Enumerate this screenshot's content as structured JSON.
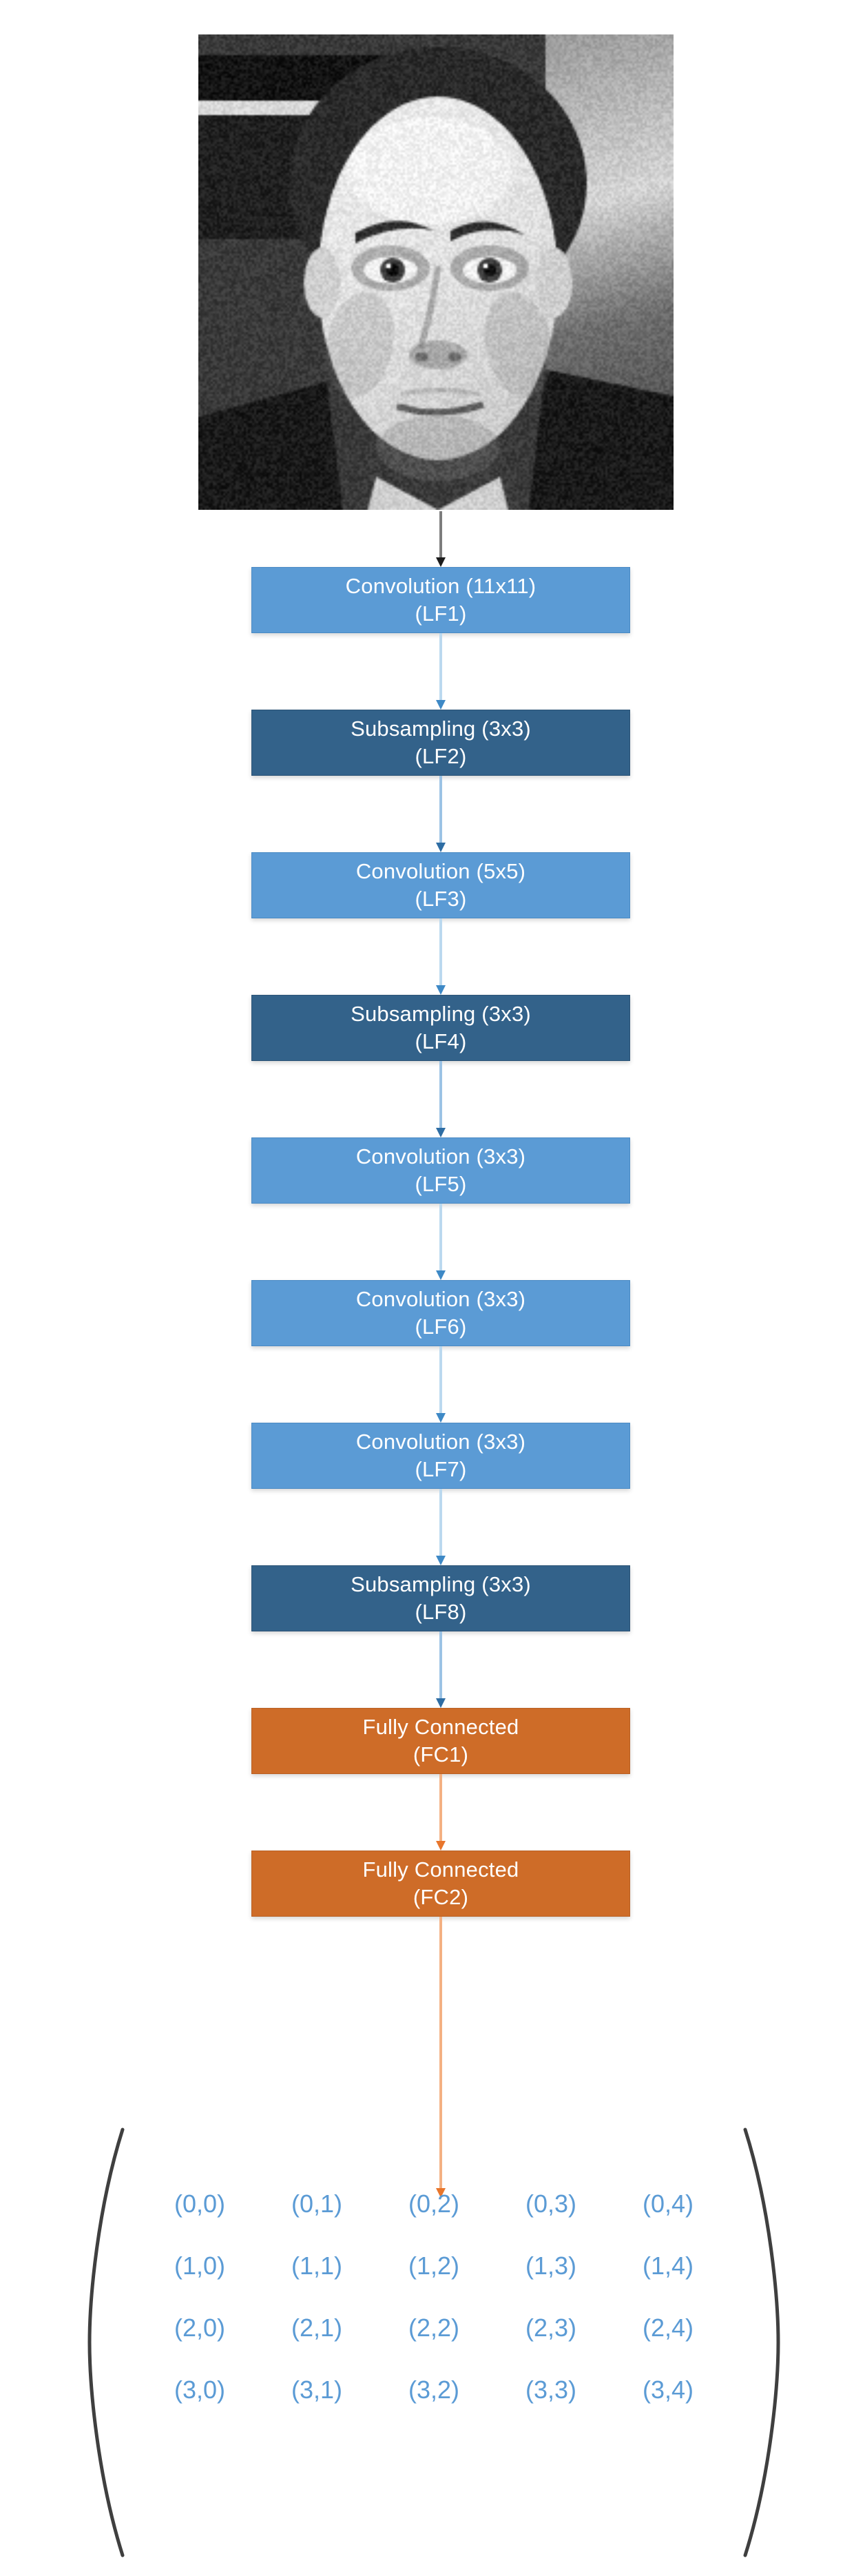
{
  "figure": {
    "title": "CNN face-analysis pipeline",
    "input": {
      "name": "input-face-photo",
      "description": "Grayscale frontal portrait photograph of a man"
    },
    "colors": {
      "convolution": "#5B9BD5",
      "subsampling": "#33628A",
      "fully_connected": "#CE6C28",
      "matrix_text": "#5B9BD5",
      "bracket": "#3f3f3f",
      "arrow_gray": "#7d7d7d",
      "arrow_blue": "#9CC3E5",
      "arrow_orange": "#F4B183"
    },
    "layers": [
      {
        "id": "LF1",
        "type": "conv",
        "line1": "Convolution (11x11)",
        "line2": "(LF1)"
      },
      {
        "id": "LF2",
        "type": "pool",
        "line1": "Subsampling (3x3)",
        "line2": "(LF2)"
      },
      {
        "id": "LF3",
        "type": "conv",
        "line1": "Convolution (5x5)",
        "line2": "(LF3)"
      },
      {
        "id": "LF4",
        "type": "pool",
        "line1": "Subsampling (3x3)",
        "line2": "(LF4)"
      },
      {
        "id": "LF5",
        "type": "conv",
        "line1": "Convolution (3x3)",
        "line2": "(LF5)"
      },
      {
        "id": "LF6",
        "type": "conv",
        "line1": "Convolution (3x3)",
        "line2": "(LF6)"
      },
      {
        "id": "LF7",
        "type": "conv",
        "line1": "Convolution (3x3)",
        "line2": "(LF7)"
      },
      {
        "id": "LF8",
        "type": "pool",
        "line1": "Subsampling (3x3)",
        "line2": "(LF8)"
      },
      {
        "id": "FC1",
        "type": "fc",
        "line1": "Fully Connected",
        "line2": "(FC1)"
      },
      {
        "id": "FC2",
        "type": "fc",
        "line1": "Fully Connected",
        "line2": "(FC2)"
      }
    ],
    "output_matrix": {
      "rows": 4,
      "cols": 5,
      "cells": [
        [
          "(0,0)",
          "(0,1)",
          "(0,2)",
          "(0,3)",
          "(0,4)"
        ],
        [
          "(1,0)",
          "(1,1)",
          "(1,2)",
          "(1,3)",
          "(1,4)"
        ],
        [
          "(2,0)",
          "(2,1)",
          "(2,2)",
          "(2,3)",
          "(2,4)"
        ],
        [
          "(3,0)",
          "(3,1)",
          "(3,2)",
          "(3,3)",
          "(3,4)"
        ]
      ]
    }
  }
}
